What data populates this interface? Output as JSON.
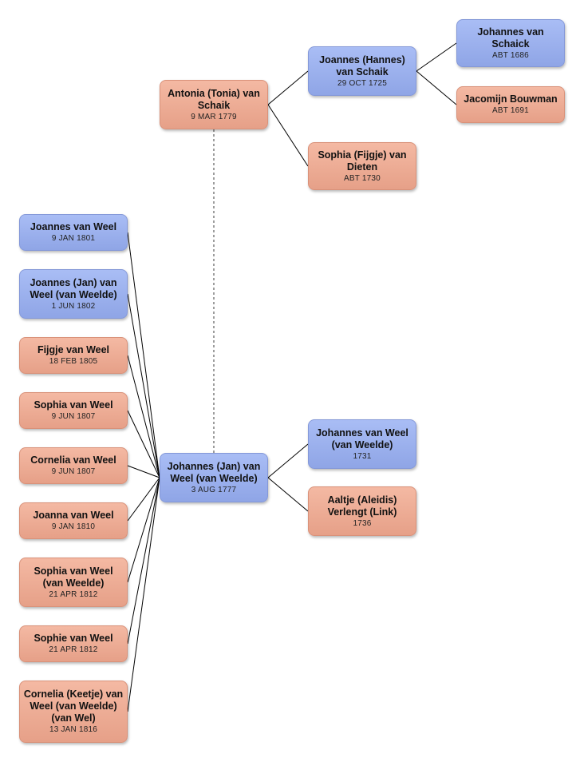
{
  "colors": {
    "male": "#9fb3f0",
    "female": "#eeab94",
    "connector": "#000000",
    "spouse_link": "#666666"
  },
  "ancestors": {
    "mother": {
      "name": "Antonia (Tonia) van Schaik",
      "date": "9 MAR 1779",
      "gender": "female"
    },
    "maternal_grandfather": {
      "name": "Joannes (Hannes) van Schaik",
      "date": "29 OCT 1725",
      "gender": "male"
    },
    "maternal_grandmother": {
      "name": "Sophia (Fijgje) van Dieten",
      "date": "ABT 1730",
      "gender": "female"
    },
    "mgf_father": {
      "name": "Johannes van Schaick",
      "date": "ABT 1686",
      "gender": "male"
    },
    "mgf_mother": {
      "name": "Jacomijn Bouwman",
      "date": "ABT 1691",
      "gender": "female"
    },
    "paternal_grandfather": {
      "name": "Johannes van Weel (van Weelde)",
      "date": "1731",
      "gender": "male"
    },
    "paternal_grandmother": {
      "name": "Aaltje (Aleidis) Verlengt (Link)",
      "date": "1736",
      "gender": "female"
    }
  },
  "focus": {
    "name": "Johannes (Jan) van Weel (van Weelde)",
    "date": "3 AUG 1777",
    "gender": "male"
  },
  "children": [
    {
      "name": "Joannes van Weel",
      "date": "9 JAN 1801",
      "gender": "male"
    },
    {
      "name": "Joannes (Jan) van Weel (van Weelde)",
      "date": "1 JUN 1802",
      "gender": "male"
    },
    {
      "name": "Fijgje van Weel",
      "date": "18 FEB 1805",
      "gender": "female"
    },
    {
      "name": "Sophia van Weel",
      "date": "9 JUN 1807",
      "gender": "female"
    },
    {
      "name": "Cornelia van Weel",
      "date": "9 JUN 1807",
      "gender": "female"
    },
    {
      "name": "Joanna van Weel",
      "date": "9 JAN 1810",
      "gender": "female"
    },
    {
      "name": "Sophia van Weel (van Weelde)",
      "date": "21 APR 1812",
      "gender": "female"
    },
    {
      "name": "Sophie van Weel",
      "date": "21 APR 1812",
      "gender": "female"
    },
    {
      "name": "Cornelia (Keetje) van Weel (van Weelde) (van Wel)",
      "date": "13 JAN 1816",
      "gender": "female"
    }
  ]
}
